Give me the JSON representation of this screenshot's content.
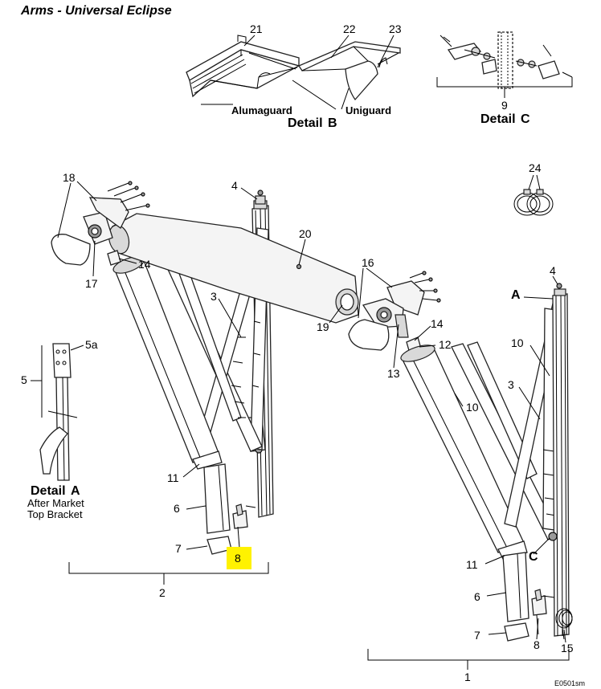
{
  "title": "Arms - Universal Eclipse",
  "callouts": {
    "c1": "1",
    "c2": "2",
    "c3a": "3",
    "c3b": "3",
    "c4a": "4",
    "c4b": "4",
    "c5": "5",
    "c5a": "5a",
    "c6a": "6",
    "c6b": "6",
    "c7a": "7",
    "c7b": "7",
    "c8a": "8",
    "c8b": "8",
    "c9": "9",
    "c10a": "10",
    "c10b": "10",
    "c11a": "11",
    "c11b": "11",
    "c12": "12",
    "c13": "13",
    "c14a": "14",
    "c14b": "14",
    "c15": "15",
    "c16": "16",
    "c17": "17",
    "c18": "18",
    "c19": "19",
    "c20": "20",
    "c21": "21",
    "c22": "22",
    "c23": "23",
    "c24": "24",
    "cA": "A",
    "cC": "C"
  },
  "labels": {
    "alumaguard": "Alumaguard",
    "uniguard": "Uniguard",
    "detail_b_word": "Detail",
    "detail_b_letter": "B",
    "detail_c_word": "Detail",
    "detail_c_letter": "C",
    "detail_a_word": "Detail",
    "detail_a_letter": "A",
    "after_market": "After Market",
    "top_bracket": "Top Bracket",
    "drawing_code": "E0501sm"
  },
  "colors": {
    "highlight": "#fff200"
  }
}
